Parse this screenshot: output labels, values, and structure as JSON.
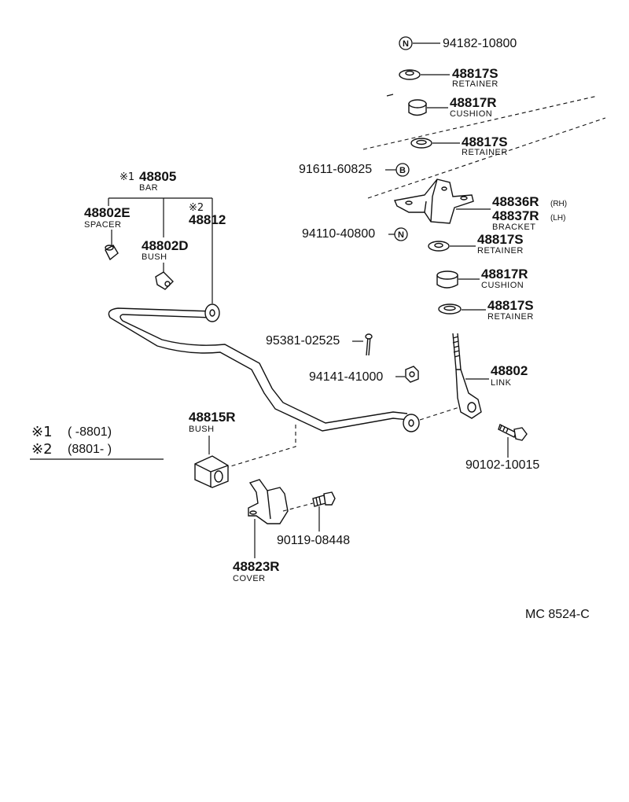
{
  "parts": {
    "p1": {
      "number": "94182-10800",
      "symbol": "N"
    },
    "p2": {
      "number": "48817S",
      "name": "RETAINER"
    },
    "p3": {
      "number": "48817R",
      "name": "CUSHION"
    },
    "p4": {
      "number": "48817S",
      "name": "RETAINER"
    },
    "p5": {
      "number": "91611-60825",
      "symbol": "B"
    },
    "p6": {
      "number_rh": "48836R",
      "rh": "(RH)",
      "number_lh": "48837R",
      "lh": "(LH)",
      "name": "BRACKET"
    },
    "p7": {
      "number": "94110-40800",
      "symbol": "N"
    },
    "p8": {
      "number": "48817S",
      "name": "RETAINER"
    },
    "p9": {
      "number": "48817R",
      "name": "CUSHION"
    },
    "p10": {
      "number": "48817S",
      "name": "RETAINER"
    },
    "p11": {
      "number": "95381-02525"
    },
    "p12": {
      "number": "94141-41000"
    },
    "p13": {
      "number": "48802",
      "name": "LINK"
    },
    "p14": {
      "number": "90102-10015"
    },
    "p15": {
      "number": "48805",
      "name": "BAR",
      "mark": "※1"
    },
    "p16": {
      "number": "48802E",
      "name": "SPACER"
    },
    "p17": {
      "number": "48802D",
      "name": "BUSH"
    },
    "p18": {
      "number": "48812",
      "mark": "※2"
    },
    "p19": {
      "number": "48815R",
      "name": "BUSH"
    },
    "p20": {
      "number": "48823R",
      "name": "COVER"
    },
    "p21": {
      "number": "90119-08448"
    }
  },
  "legend": {
    "row1_mark": "※1",
    "row1_range": "(      -8801)",
    "row2_mark": "※2",
    "row2_range": "(8801-        )"
  },
  "reference_code": "MC 8524-C"
}
